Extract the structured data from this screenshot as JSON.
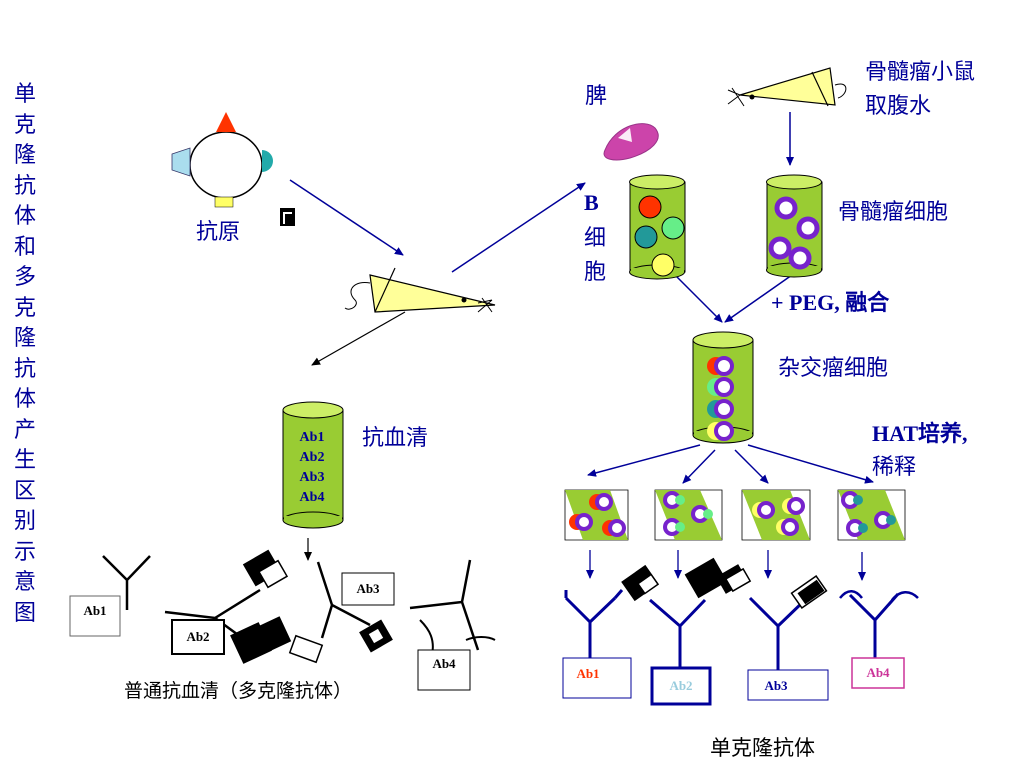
{
  "title_vertical": "单克隆抗体和多克隆抗体产生区别示意图",
  "labels": {
    "antigen": "抗原",
    "spleen": "脾",
    "b_cell_line1": "B",
    "b_cell_line2": "细",
    "b_cell_line3": "胞",
    "myeloma_mouse_line1": "骨髓瘤小鼠",
    "myeloma_mouse_line2": "取腹水",
    "myeloma_cells": "骨髓瘤细胞",
    "peg_fusion": "+ PEG, 融合",
    "hybridoma": "杂交瘤细胞",
    "hat_line1": "HAT培养,",
    "hat_line2": "稀释",
    "antiserum": "抗血清",
    "polyclonal_caption": "普通抗血清（多克隆抗体）",
    "monoclonal_caption": "单克隆抗体"
  },
  "antiserum_tube": [
    "Ab1",
    "Ab2",
    "Ab3",
    "Ab4"
  ],
  "polyclonal_antibodies": [
    "Ab1",
    "Ab2",
    "Ab3",
    "Ab4"
  ],
  "monoclonal_antibodies": [
    {
      "label": "Ab1",
      "color": "#ff3300"
    },
    {
      "label": "Ab2",
      "color": "#99ccdd"
    },
    {
      "label": "Ab3",
      "color": "#000099"
    },
    {
      "label": "Ab4",
      "color": "#cc3399"
    }
  ],
  "colors": {
    "text": "#000099",
    "cylinder": "#99cc33",
    "mouse": "#ffff99",
    "spleen": "#cc44aa",
    "myeloma_ring": "#7722cc"
  }
}
